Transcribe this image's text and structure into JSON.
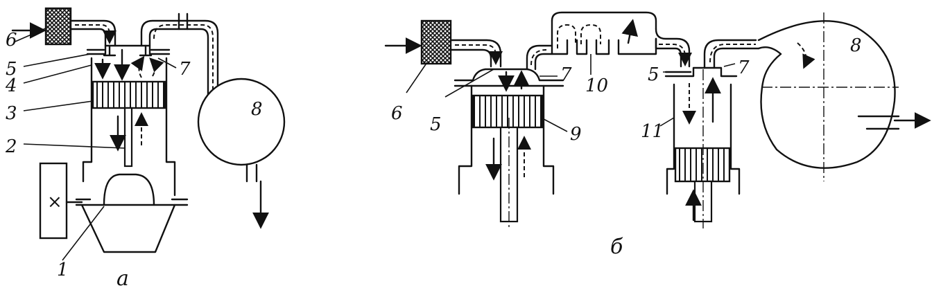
{
  "labels_a": {
    "l1": "1",
    "l2": "2",
    "l3": "3",
    "l4": "4",
    "l5": "5",
    "l6": "6",
    "l7": "7",
    "l8": "8",
    "x": "×"
  },
  "caption_a": "а",
  "labels_b": {
    "l5a": "5",
    "l5b": "5",
    "l6": "6",
    "l7a": "7",
    "l7b": "7",
    "l8": "8",
    "l9": "9",
    "l10": "10",
    "l11": "11"
  },
  "caption_b": "б"
}
